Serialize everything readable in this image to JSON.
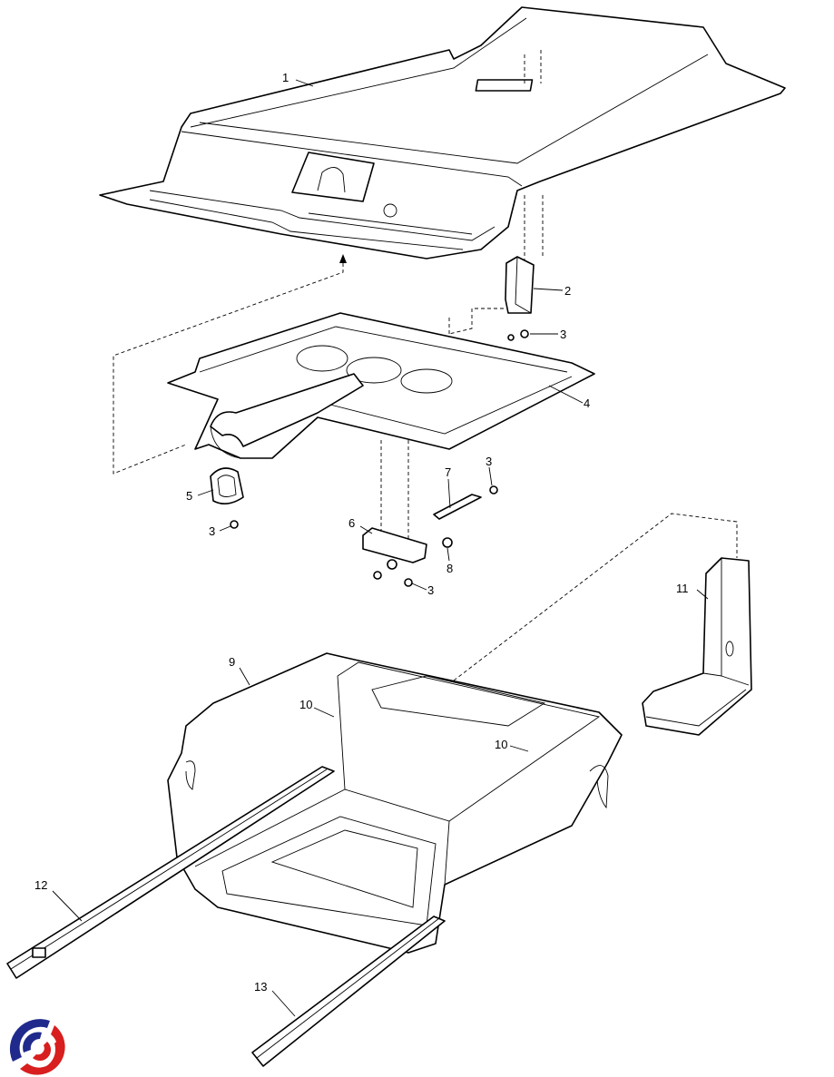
{
  "diagram": {
    "type": "exploded-parts-view",
    "callouts": [
      {
        "id": "c1",
        "label": "1"
      },
      {
        "id": "c2",
        "label": "2"
      },
      {
        "id": "c3a",
        "label": "3"
      },
      {
        "id": "c4",
        "label": "4"
      },
      {
        "id": "c3b",
        "label": "3"
      },
      {
        "id": "c7",
        "label": "7"
      },
      {
        "id": "c5",
        "label": "5"
      },
      {
        "id": "c6",
        "label": "6"
      },
      {
        "id": "c3c",
        "label": "3"
      },
      {
        "id": "c8",
        "label": "8"
      },
      {
        "id": "c3d",
        "label": "3"
      },
      {
        "id": "c11",
        "label": "11"
      },
      {
        "id": "c9",
        "label": "9"
      },
      {
        "id": "c10a",
        "label": "10"
      },
      {
        "id": "c10b",
        "label": "10"
      },
      {
        "id": "c12",
        "label": "12"
      },
      {
        "id": "c13",
        "label": "13"
      }
    ]
  },
  "logo": {
    "colors": {
      "blue": "#1f2a8c",
      "red": "#d81e1e"
    }
  }
}
